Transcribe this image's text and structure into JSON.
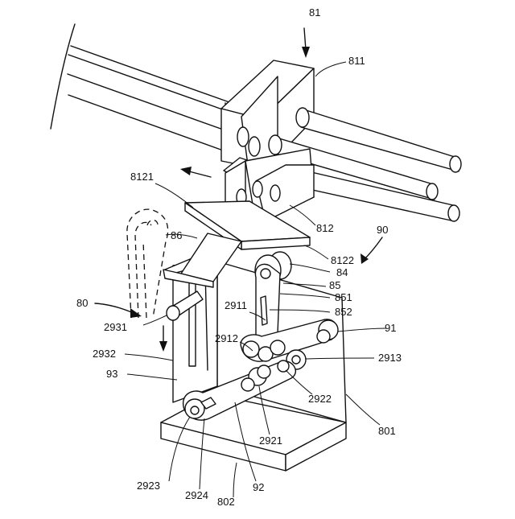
{
  "labels": {
    "l81": "81",
    "l811": "811",
    "l8121": "8121",
    "l812": "812",
    "l86": "86",
    "l90": "90",
    "l8122": "8122",
    "l84": "84",
    "l85": "85",
    "l851": "851",
    "l80": "80",
    "l852": "852",
    "l2911": "2911",
    "l91": "91",
    "l2931": "2931",
    "l2912": "2912",
    "l2913": "2913",
    "l2932": "2932",
    "l93": "93",
    "l2922": "2922",
    "l801": "801",
    "l2921": "2921",
    "l2923": "2923",
    "l2924": "2924",
    "l92": "92",
    "l802": "802"
  }
}
